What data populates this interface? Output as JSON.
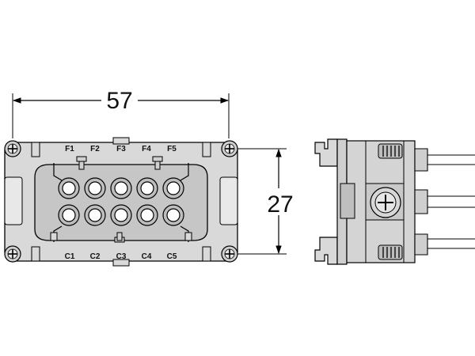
{
  "dimensions": {
    "width": "57",
    "height": "27"
  },
  "contacts": {
    "top_labels": [
      "F1",
      "F2",
      "F3",
      "F4",
      "F5"
    ],
    "bottom_labels": [
      "C1",
      "C2",
      "C3",
      "C4",
      "C5"
    ]
  },
  "colors": {
    "body_fill": "#d9d9d9",
    "stroke": "#000000",
    "background": "#ffffff"
  }
}
